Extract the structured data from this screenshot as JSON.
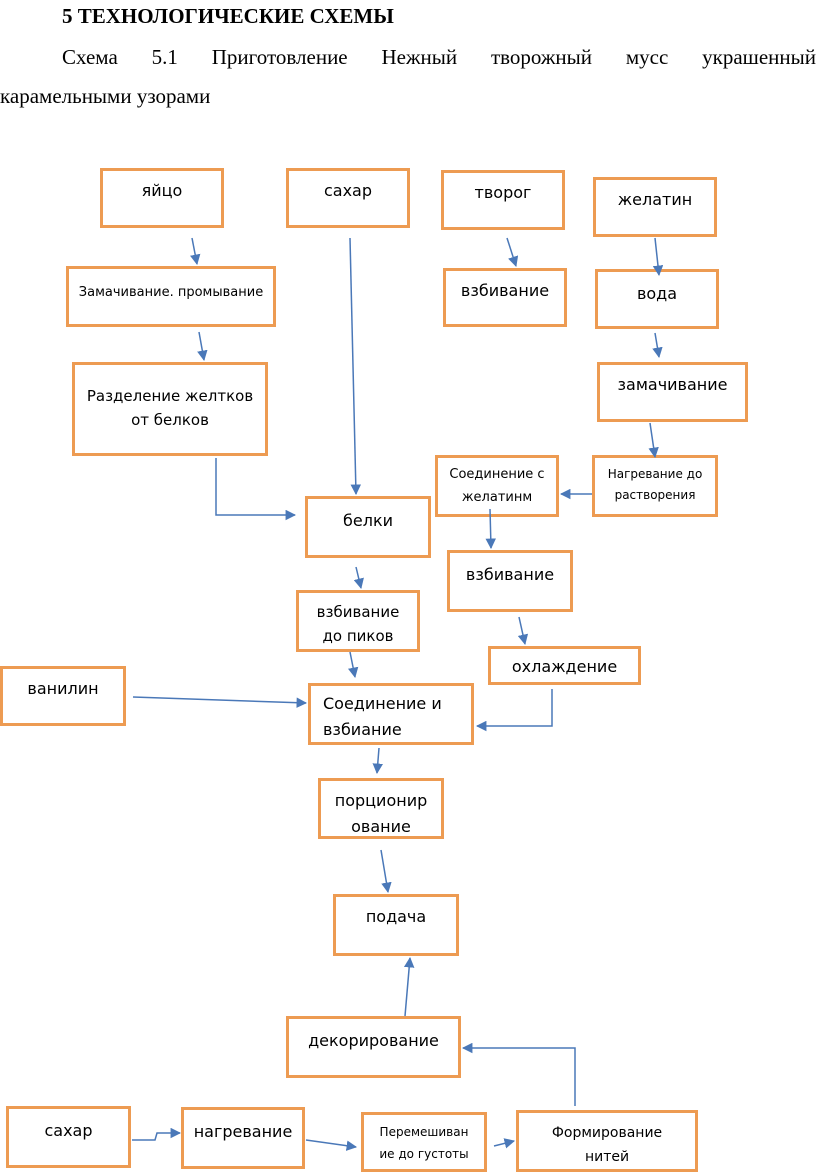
{
  "heading": "5 ТЕХНОЛОГИЧЕСКИЕ СХЕМЫ",
  "caption": {
    "line1": "Схема 5.1 Приготовление Нежный творожный мусс украшенный",
    "line2": "карамельными узорами"
  },
  "nodes": {
    "egg": "яйцо",
    "sugar_top": "сахар",
    "cottage": "творог",
    "gelatin": "желатин",
    "soak_wash": "Замачивание. промывание",
    "whip_cottage": "взбивание",
    "water": "вода",
    "separate_line1": "Разделение желтков",
    "separate_line2": "от белков",
    "soak": "замачивание",
    "combine_gel_line1": "Соединение с",
    "combine_gel_line2": "желатинм",
    "heat_dissolve_line1": "Нагревание до",
    "heat_dissolve_line2": "растворения",
    "whites": "белки",
    "whip_mid": "взбивание",
    "whip_peaks_line1": "взбивание",
    "whip_peaks_line2": "до пиков",
    "cooling": "охлаждение",
    "vanillin": "ванилин",
    "combine_whip_line1": "Соединение и",
    "combine_whip_line2": "взбиание",
    "portion_line1": "порционир",
    "portion_line2": "ование",
    "serve": "подача",
    "decorate": "декорирование",
    "sugar_bottom": "сахар",
    "heating": "нагревание",
    "mix_line1": "Перемешиван",
    "mix_line2": "ие до густоты",
    "form_line1": "Формирование",
    "form_line2": "нитей"
  }
}
